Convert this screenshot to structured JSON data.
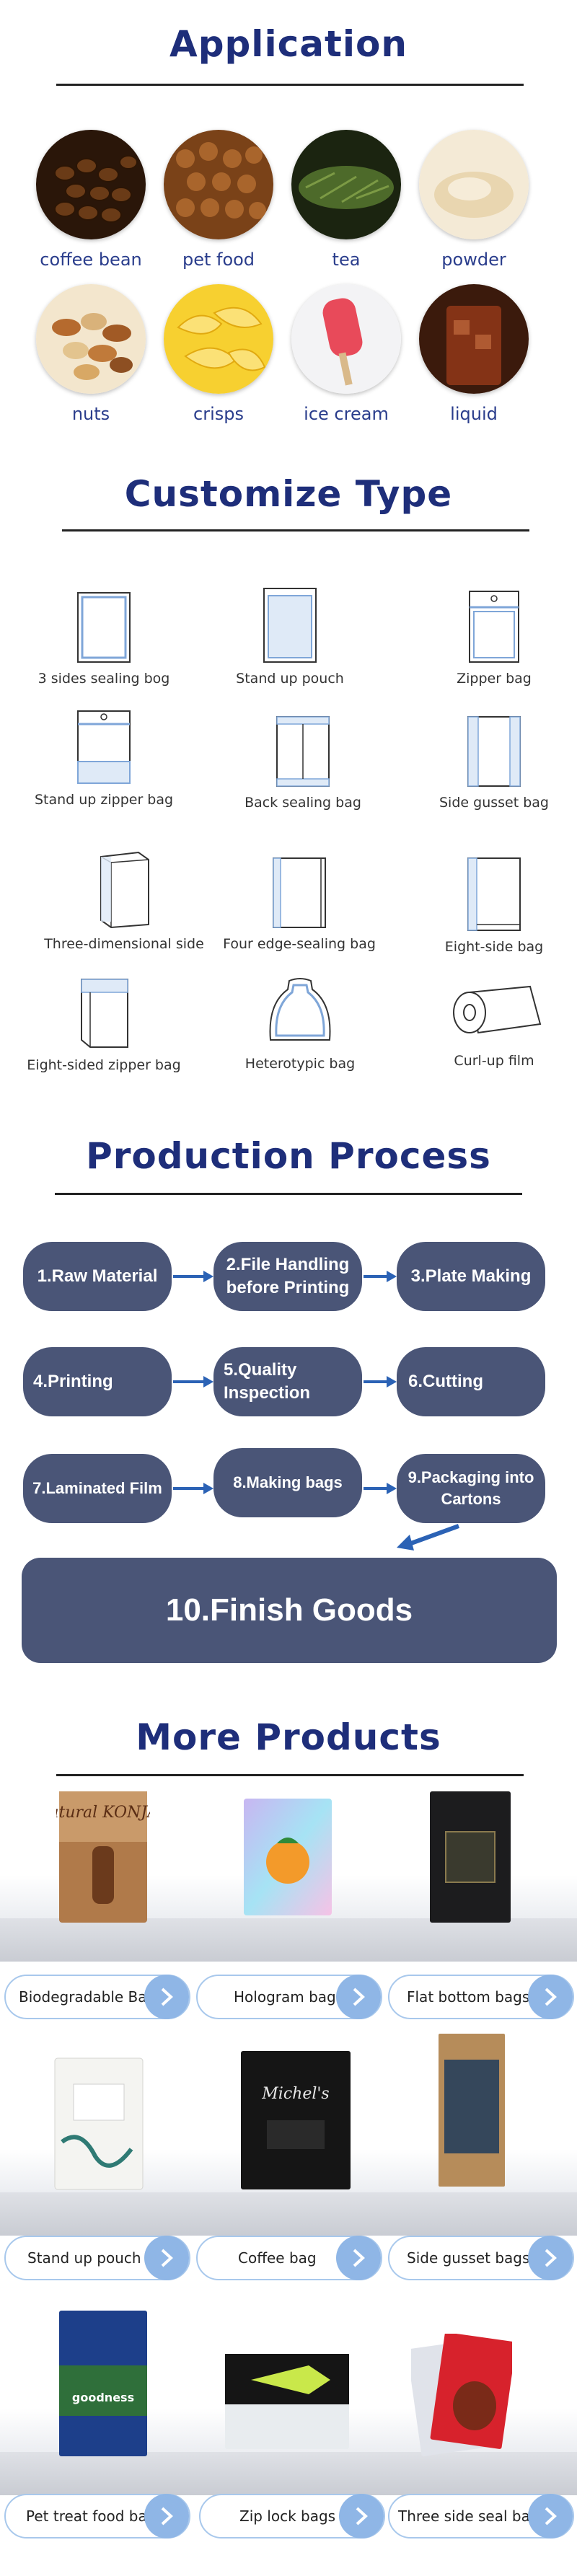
{
  "application": {
    "title": "Application",
    "items": [
      {
        "label": "coffee bean",
        "color": "#5a3416"
      },
      {
        "label": "pet food",
        "color": "#8a4e22"
      },
      {
        "label": "tea",
        "color": "#3e5a24"
      },
      {
        "label": "powder",
        "color": "#efe1c4"
      },
      {
        "label": "nuts",
        "color": "#c9924e"
      },
      {
        "label": "crisps",
        "color": "#f2c21a"
      },
      {
        "label": "ice cream",
        "color": "#e84a5a"
      },
      {
        "label": "liquid",
        "color": "#7a2c14"
      }
    ]
  },
  "customize": {
    "title": "Customize Type",
    "items": [
      {
        "label": "3 sides sealing bog",
        "icon": "three-side-seal-bag-icon"
      },
      {
        "label": "Stand up pouch",
        "icon": "stand-up-pouch-icon"
      },
      {
        "label": "Zipper bag",
        "icon": "zipper-bag-icon"
      },
      {
        "label": "Stand up zipper bag",
        "icon": "stand-up-zipper-bag-icon"
      },
      {
        "label": "Back sealing bag",
        "icon": "back-sealing-bag-icon"
      },
      {
        "label": "Side gusset bag",
        "icon": "side-gusset-bag-icon"
      },
      {
        "label": "Three-dimensional side",
        "icon": "three-dimensional-bag-icon"
      },
      {
        "label": "Four edge-sealing bag",
        "icon": "four-edge-sealing-bag-icon"
      },
      {
        "label": "Eight-side bag",
        "icon": "eight-side-bag-icon"
      },
      {
        "label": "Eight-sided zipper bag",
        "icon": "eight-sided-zipper-bag-icon"
      },
      {
        "label": "Heterotypic bag",
        "icon": "heterotypic-bag-icon"
      },
      {
        "label": "Curl-up film",
        "icon": "curl-up-film-icon"
      }
    ]
  },
  "production": {
    "title": "Production Process",
    "steps": [
      "1.Raw Material",
      "2.File Handling before Printing",
      "3.Plate Making",
      "4.Printing",
      "5.Quality Inspection",
      "6.Cutting",
      "7.Laminated Film",
      "8.Making bags",
      "9.Packaging into Cartons"
    ],
    "finish": "10.Finish Goods"
  },
  "products": {
    "title": "More Products",
    "buttons": [
      "Biodegradable Bag",
      "Hologram bag",
      "Flat bottom bags",
      "Stand up pouch",
      "Coffee bag",
      "Side gusset bags",
      "Pet treat food bag",
      "Zip lock bags",
      "Three side seal bags"
    ],
    "packs": [
      {
        "text": "Natural KONJAC"
      },
      {
        "text": ""
      },
      {
        "text": ""
      },
      {
        "text": ""
      },
      {
        "text": "Michel's"
      },
      {
        "text": ""
      },
      {
        "text": "goodness"
      },
      {
        "text": ""
      },
      {
        "text": ""
      }
    ]
  }
}
